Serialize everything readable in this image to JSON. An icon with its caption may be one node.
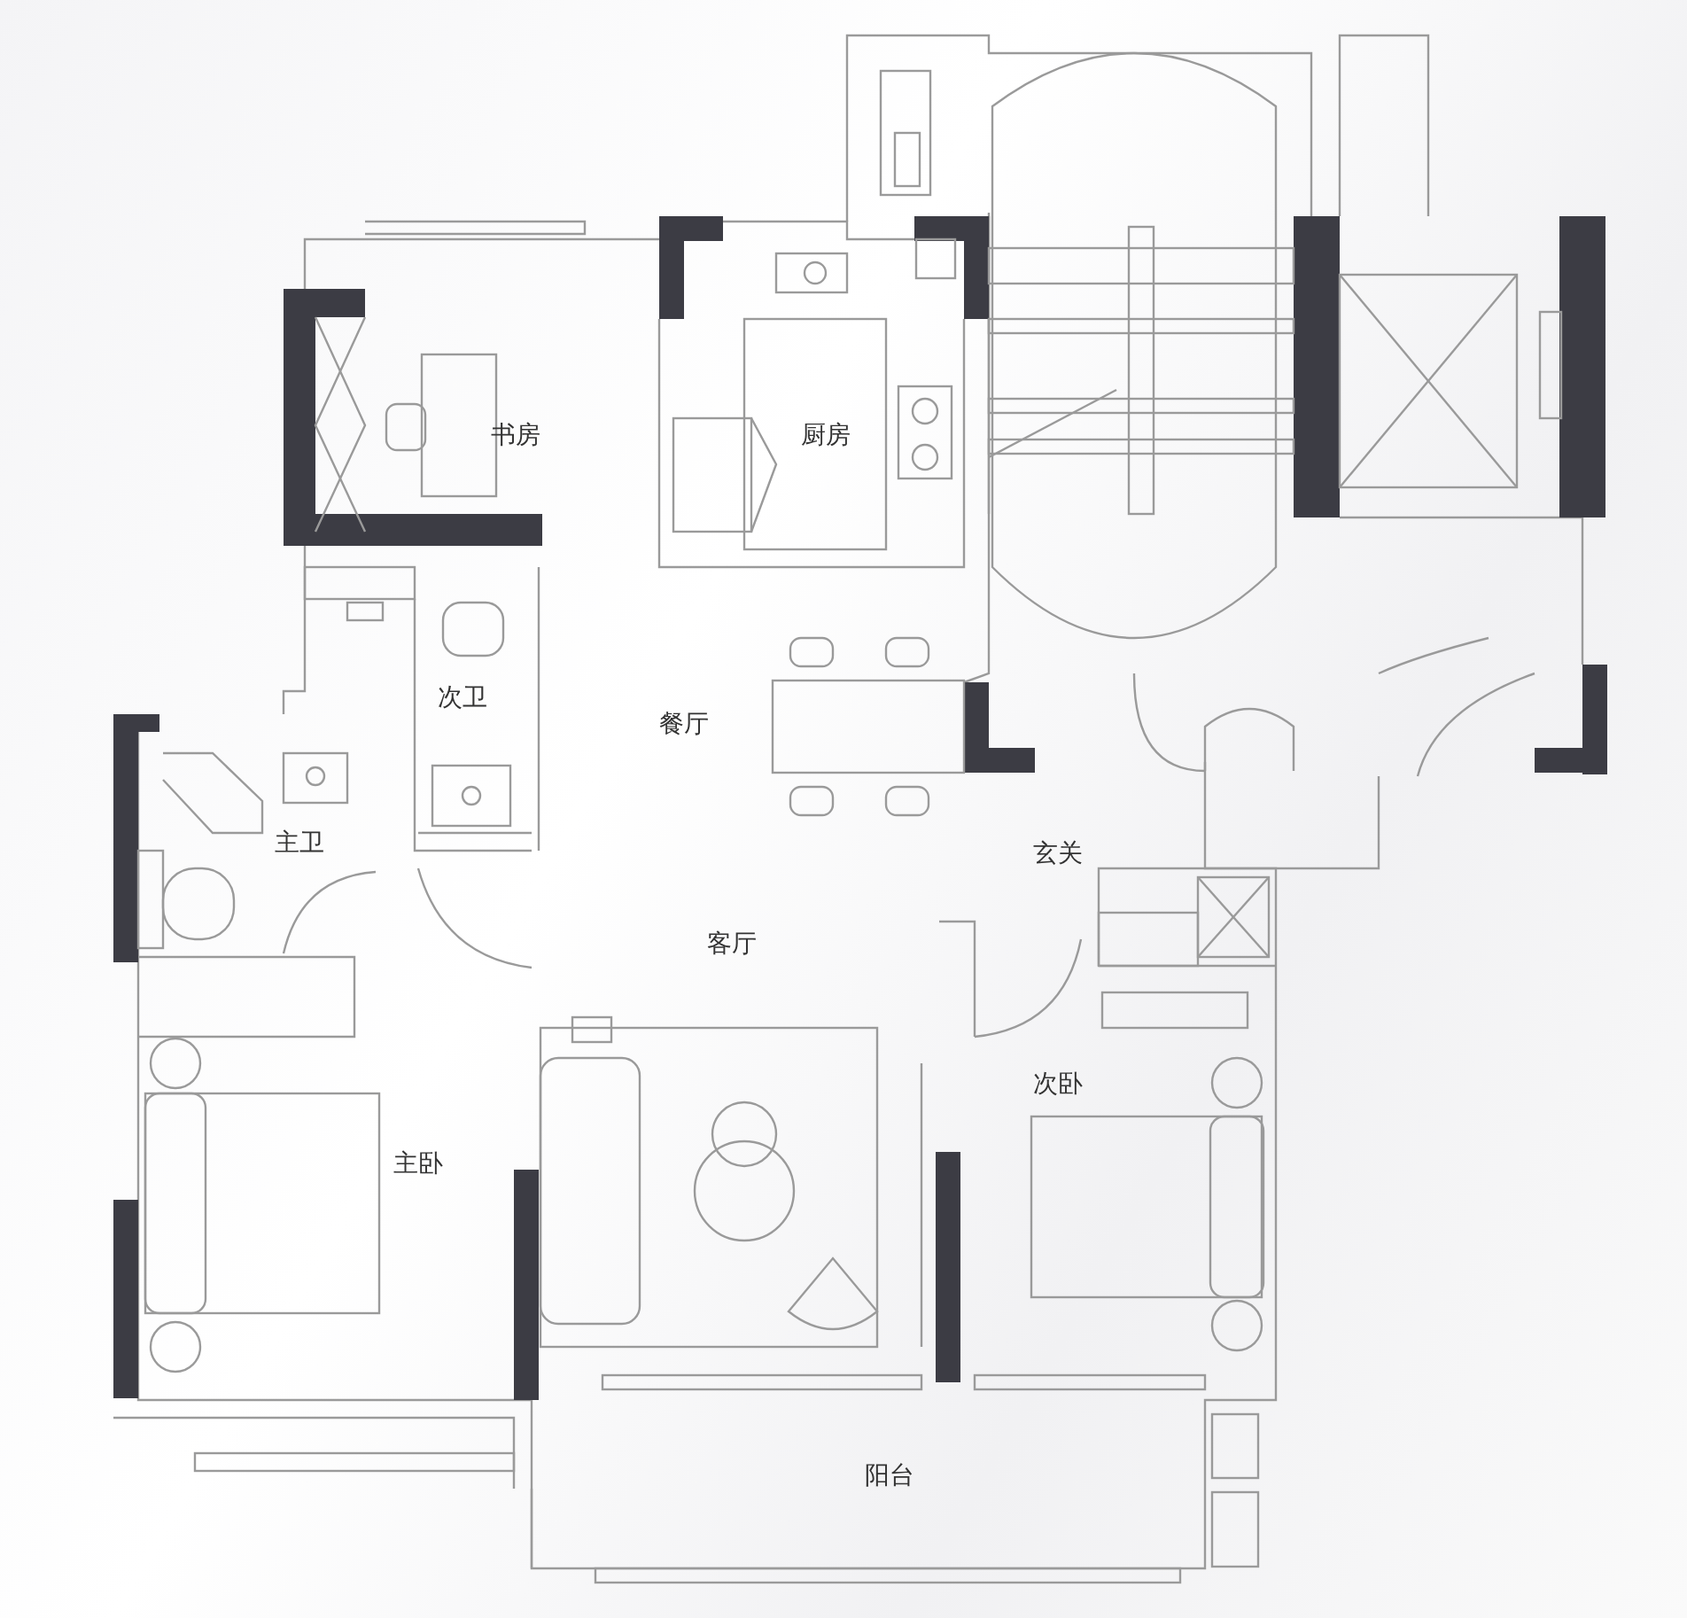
{
  "diagram": {
    "labels": [
      "书房",
      "厨房",
      "次卫",
      "餐厅",
      "主卫",
      "玄关",
      "客厅",
      "次卧",
      "主卧",
      "阳台"
    ]
  }
}
